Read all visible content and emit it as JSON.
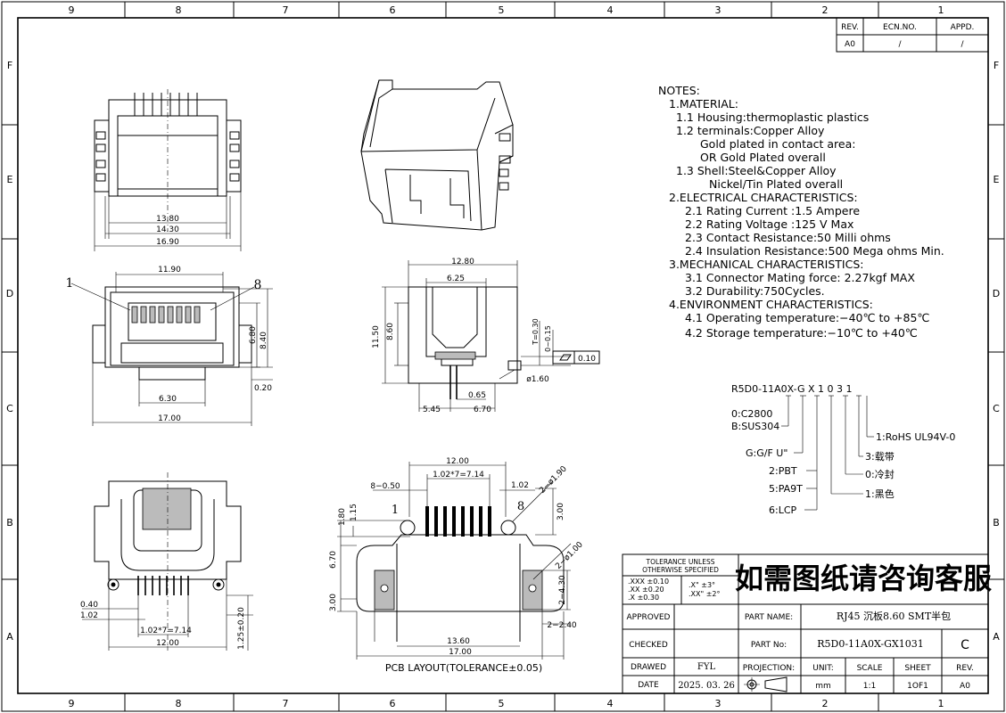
{
  "border": {
    "columns": [
      "9",
      "8",
      "7",
      "6",
      "5",
      "4",
      "3",
      "2",
      "1"
    ],
    "rows": [
      "F",
      "E",
      "D",
      "C",
      "B",
      "A"
    ]
  },
  "revision_table": {
    "headers": [
      "REV.",
      "ECN.NO.",
      "APPD."
    ],
    "values": [
      "A0",
      "/",
      "/"
    ]
  },
  "notes": [
    "NOTES:",
    "1.MATERIAL:",
    "1.1  Housing:thermoplastic  plastics",
    "1.2  terminals:Copper  Alloy",
    "Gold  plated  in  contact  area:",
    "OR  Gold    Plated  overall",
    "1.3  Shell:Steel&Copper  Alloy",
    "Nickel/Tin  Plated  overall",
    "2.ELECTRICAL  CHARACTERISTICS:",
    "2.1  Rating  Current  :1.5  Ampere",
    "2.2  Rating  Voltage  :125  V  Max",
    "2.3  Contact  Resistance:50  Milli  ohms",
    "2.4  Insulation  Resistance:500  Mega  ohms  Min.",
    "3.MECHANICAL  CHARACTERISTICS:",
    "3.1  Connector  Mating  force:  2.27kgf  MAX",
    "3.2  Durability:750Cycles.",
    "4.ENVIRONMENT  CHARACTERISTICS:",
    "4.1  Operating  temperature:−40℃  to  +85℃",
    "4.2  Storage  temperature:−10℃  to  +40℃"
  ],
  "part_code": {
    "code": "R5D0-11A0X-G X 1 0 3 1",
    "opt_terminal": [
      "0:C2800",
      "B:SUS304"
    ],
    "opt_plating": "G:G/F U\"",
    "opt_housing": [
      "2:PBT",
      "5:PA9T",
      "6:LCP"
    ],
    "opt_color": "1:黑色",
    "opt_stamp": "0:冷封",
    "opt_pack": "3:载带",
    "opt_rohs": "1:RoHS UL94V-0"
  },
  "views": {
    "top": {
      "d1": "13.80",
      "d2": "14.30",
      "d3": "16.90"
    },
    "front": {
      "w1": "11.90",
      "w2": "6.30",
      "w3": "17.00",
      "h1": "6.80",
      "h2": "8.40",
      "off": "0.20",
      "pin1": "1",
      "pin8": "8"
    },
    "side": {
      "w1": "12.80",
      "w2": "6.25",
      "h1": "11.50",
      "h2": "8.60",
      "t1": "T=0.30",
      "t2": "0~0.15",
      "flat": "0.10",
      "dia": "ø1.60",
      "p1": "0.65",
      "p2": "5.45",
      "p3": "6.70"
    },
    "bottom": {
      "p1": "0.40",
      "p2": "1.02",
      "p3": "1.02*7=7.14",
      "w": "12.00",
      "h": "1.25±0.20"
    },
    "pcb": {
      "w1": "12.00",
      "pitch": "1.02*7=7.14",
      "pin": "8−0.50",
      "edge": "1.02",
      "hole1": "2−ø1.90",
      "hole2": "2−ø1.00",
      "slot": "2−4.30",
      "pad": "2−2.40",
      "h1": "1.80",
      "h2": "1.15",
      "h3": "3.00",
      "h4": "6.70",
      "h5": "3.00",
      "w2": "13.60",
      "w3": "17.00",
      "pin1": "1",
      "pin8": "8",
      "caption": "PCB  LAYOUT(TOLERANCE±0.05)"
    }
  },
  "title_block": {
    "tol_title1": "TOLERANCE  UNLESS",
    "tol_title2": "OTHERWISE  SPECIFIED",
    "tol": [
      ".XXX  ±0.10",
      ".XX    ±0.20",
      ".X      ±0.30"
    ],
    "ang": [
      ".X\"     ±3°",
      ".XX\"   ±2°"
    ],
    "banner": "如需图纸请咨询客服",
    "approved": "APPROVED",
    "checked": "CHECKED",
    "drawed": "DRAWED",
    "drawed_by": "FYL",
    "date_label": "DATE",
    "date": "2025. 03. 26",
    "part_name_label": "PART  NAME:",
    "part_name": "RJ45 沉板8.60 SMT半包",
    "part_no_label": "PART  No:",
    "part_no": "R5D0-11A0X-GX1031",
    "rev_letter": "C",
    "projection_label": "PROJECTION:",
    "unit_label": "UNIT:",
    "unit": "mm",
    "scale_label": "SCALE",
    "scale": "1:1",
    "sheet_label": "SHEET",
    "sheet": "1OF1",
    "rev_label": "REV.",
    "rev": "A0"
  }
}
